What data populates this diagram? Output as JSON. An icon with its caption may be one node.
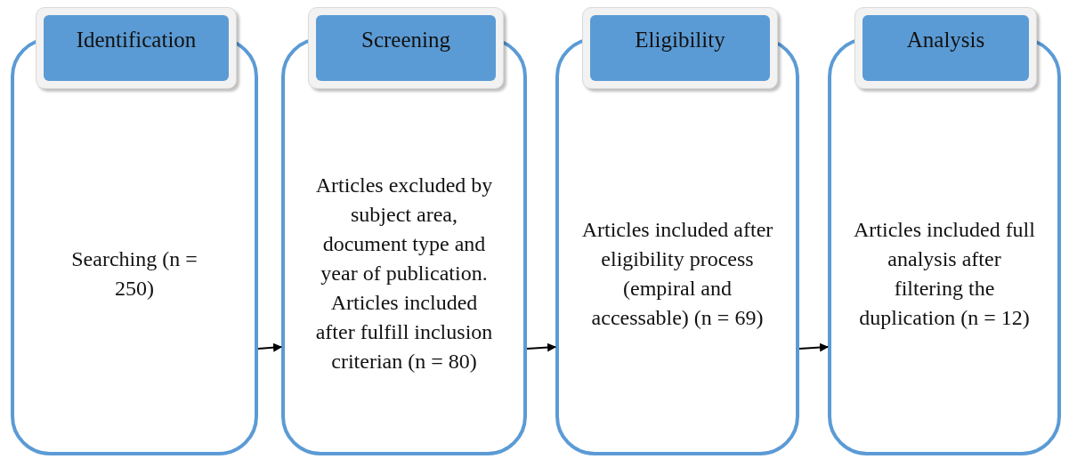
{
  "diagram": {
    "nodes": [
      {
        "text": [
          "Identification",
          "Searching (n = 250)"
        ]
      },
      {
        "text": [
          "Screening",
          "Articles excluded by subject area, document type and year of publication. Articles included after fulfill inclusion criterian (n = 80)"
        ]
      },
      {
        "text": [
          "Eligibility",
          "Articles included after eligibility process (empiral and accessable) (n = 69)"
        ]
      },
      {
        "text": [
          "Analysis",
          "Articles included full analysis after filtering the duplication (n = 12)"
        ]
      }
    ],
    "edges": [
      {
        "from": 0,
        "to": 1,
        "arrow": "to"
      },
      {
        "from": 1,
        "to": 2,
        "arrow": "to"
      },
      {
        "from": 2,
        "to": 3,
        "arrow": "to"
      }
    ]
  }
}
